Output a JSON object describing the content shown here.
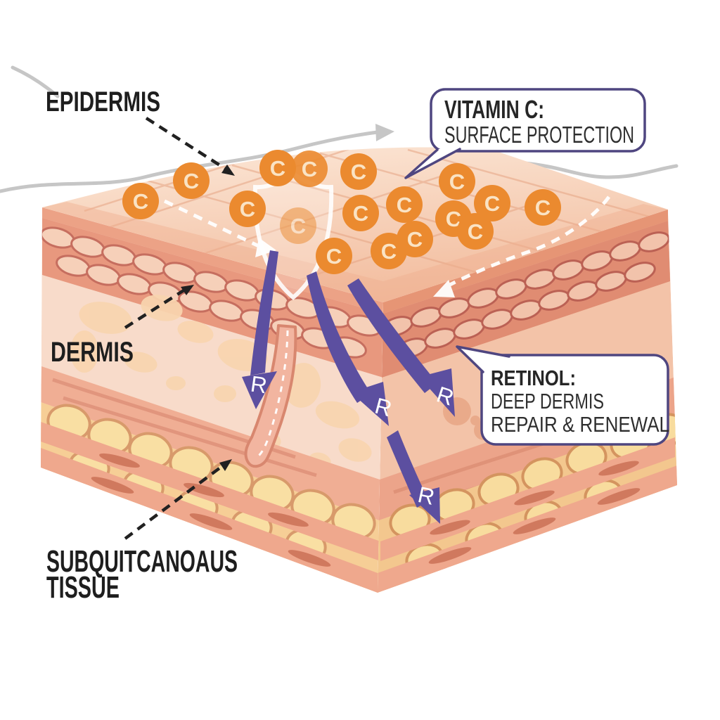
{
  "labels": {
    "epidermis": "EPIDERMIS",
    "dermis": "DERMIS",
    "subcutaneous_line1": "SUBQUITCANOAUS",
    "subcutaneous_line2": "TISSUE"
  },
  "callouts": {
    "vitamin_c": {
      "title": "VITAMIN C:",
      "subtitle": "SURFACE PROTECTION"
    },
    "retinol": {
      "title": "RETINOL:",
      "line1": "DEEP DERMIS",
      "line2": "REPAIR & RENEWAL"
    }
  },
  "markers": {
    "vitamin_c_letter": "C",
    "retinol_letter": "R",
    "vitamin_c_molecule_count": 16,
    "retinol_arrow_count": 4
  },
  "colors": {
    "vitamin_c_orange": "#EB8A2F",
    "retinol_purple": "#5C4FA0",
    "callout_border": "#4F4680",
    "label_text": "#1E1E1E",
    "wave_gray": "#C6C6C6"
  }
}
